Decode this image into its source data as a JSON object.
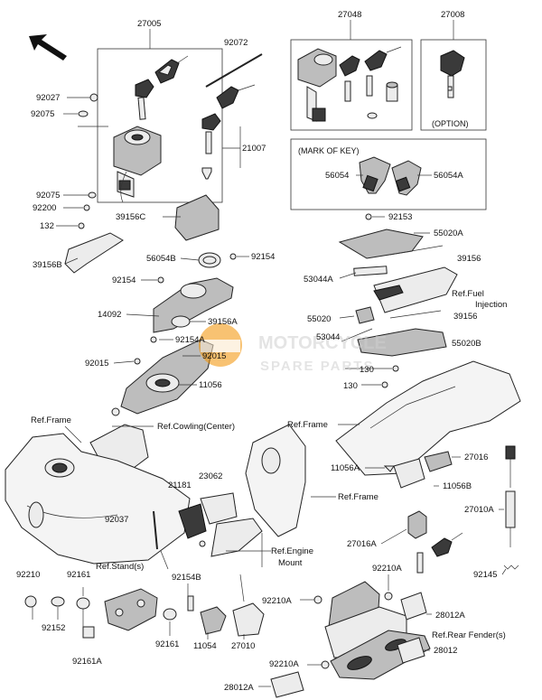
{
  "parts": {
    "p27005": "27005",
    "p92072": "92072",
    "p27048": "27048",
    "p27008": "27008",
    "p92027": "92027",
    "p92075a": "92075",
    "p21007": "21007",
    "p92075b": "92075",
    "p92200": "92200",
    "p132": "132",
    "p39156C": "39156C",
    "p39156B": "39156B",
    "p56054B": "56054B",
    "p92154a": "92154",
    "p92154b": "92154",
    "p14092": "14092",
    "p39156A": "39156A",
    "p92154A": "92154A",
    "p92015a": "92015",
    "p92015b": "92015",
    "p11056": "11056",
    "p56054": "56054",
    "p56054A": "56054A",
    "p92153": "92153",
    "p55020A": "55020A",
    "p39156a": "39156",
    "p53044A": "53044A",
    "p55020": "55020",
    "p39156b": "39156",
    "p53044": "53044",
    "p55020B": "55020B",
    "p130a": "130",
    "p130b": "130",
    "p27016": "27016",
    "p11056A": "11056A",
    "p11056B": "11056B",
    "p27010A": "27010A",
    "p27016A": "27016A",
    "p21181": "21181",
    "p23062": "23062",
    "p92037": "92037",
    "p92210a": "92210",
    "p92161a": "92161",
    "p92152": "92152",
    "p92161A": "92161A",
    "p92154B": "92154B",
    "p92161b": "92161",
    "p11054": "11054",
    "p27010": "27010",
    "p92210A_a": "92210A",
    "p92210A_b": "92210A",
    "p92210A_c": "92210A",
    "p28012A_a": "28012A",
    "p28012A_b": "28012A",
    "p28012": "28012",
    "p92145": "92145"
  },
  "refs": {
    "frame1": "Ref.Frame",
    "cowling": "Ref.Cowling(Center)",
    "fuel1": "Ref.Fuel",
    "fuel2": "Injection",
    "frame2": "Ref.Frame",
    "frame3": "Ref.Frame",
    "engine1": "Ref.Engine",
    "engine2": "Mount",
    "stand": "Ref.Stand(s)",
    "rearfender": "Ref.Rear Fender(s)"
  },
  "notes": {
    "option": "(OPTION)",
    "mark_of_key": "(MARK OF KEY)"
  },
  "watermark": {
    "line1": "MOTORCYCLE",
    "line2": "SPARE PARTS",
    "accent": "#f39200"
  }
}
